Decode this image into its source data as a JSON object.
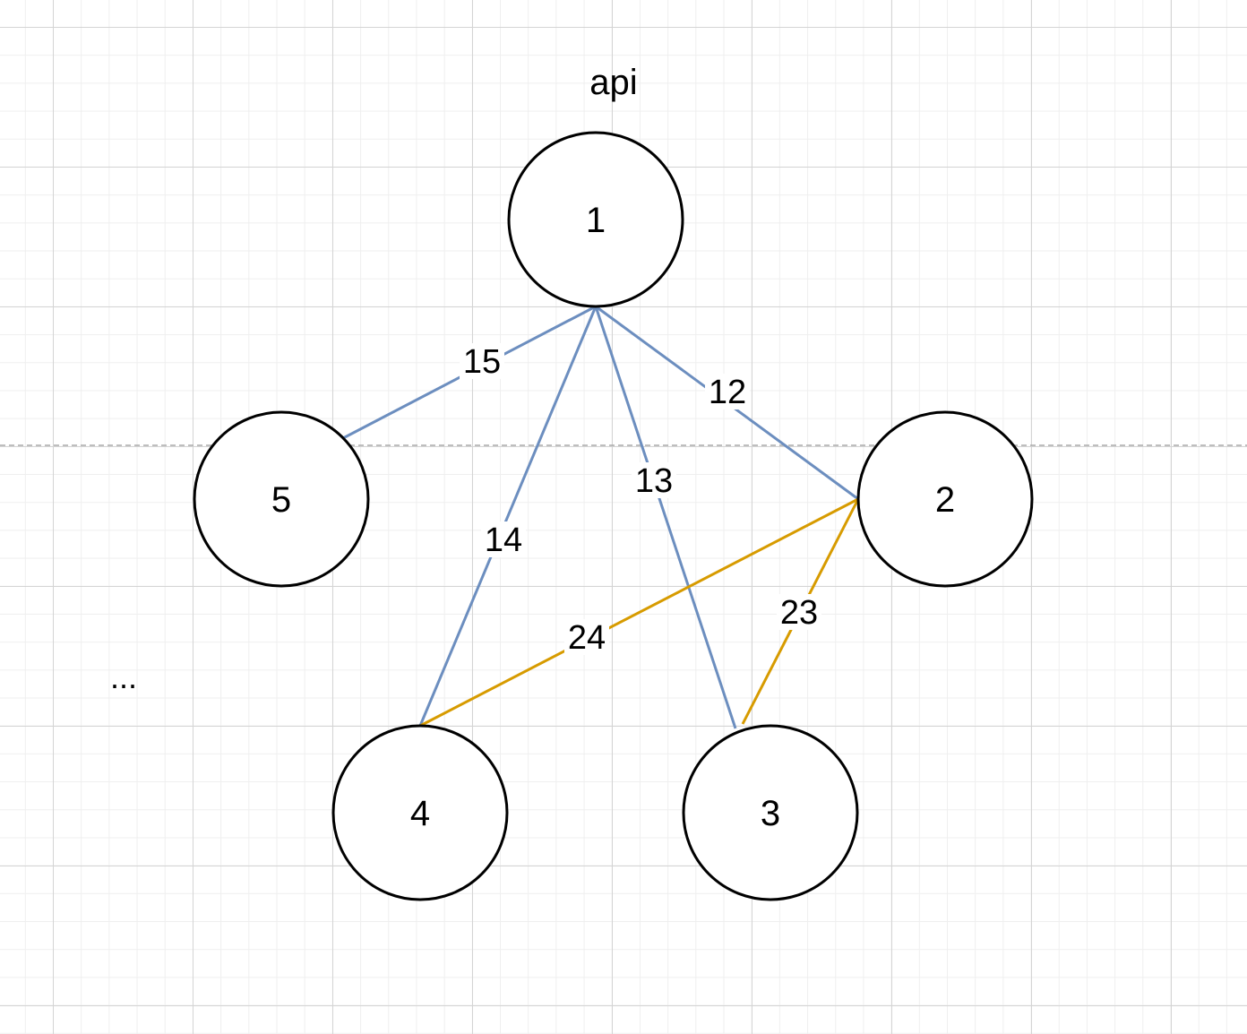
{
  "title": "api",
  "ellipsis": "...",
  "colors": {
    "blue_edge": "#6c8ebf",
    "orange_edge": "#d79b00",
    "node_stroke": "#000000",
    "guide_line": "#aaaaaa"
  },
  "nodes": [
    {
      "id": "1",
      "label": "1"
    },
    {
      "id": "2",
      "label": "2"
    },
    {
      "id": "3",
      "label": "3"
    },
    {
      "id": "4",
      "label": "4"
    },
    {
      "id": "5",
      "label": "5"
    }
  ],
  "edges": [
    {
      "from": "1",
      "to": "5",
      "label": "15",
      "color": "blue"
    },
    {
      "from": "1",
      "to": "4",
      "label": "14",
      "color": "blue"
    },
    {
      "from": "1",
      "to": "3",
      "label": "13",
      "color": "blue"
    },
    {
      "from": "1",
      "to": "2",
      "label": "12",
      "color": "blue"
    },
    {
      "from": "2",
      "to": "4",
      "label": "24",
      "color": "orange"
    },
    {
      "from": "2",
      "to": "3",
      "label": "23",
      "color": "orange"
    }
  ]
}
